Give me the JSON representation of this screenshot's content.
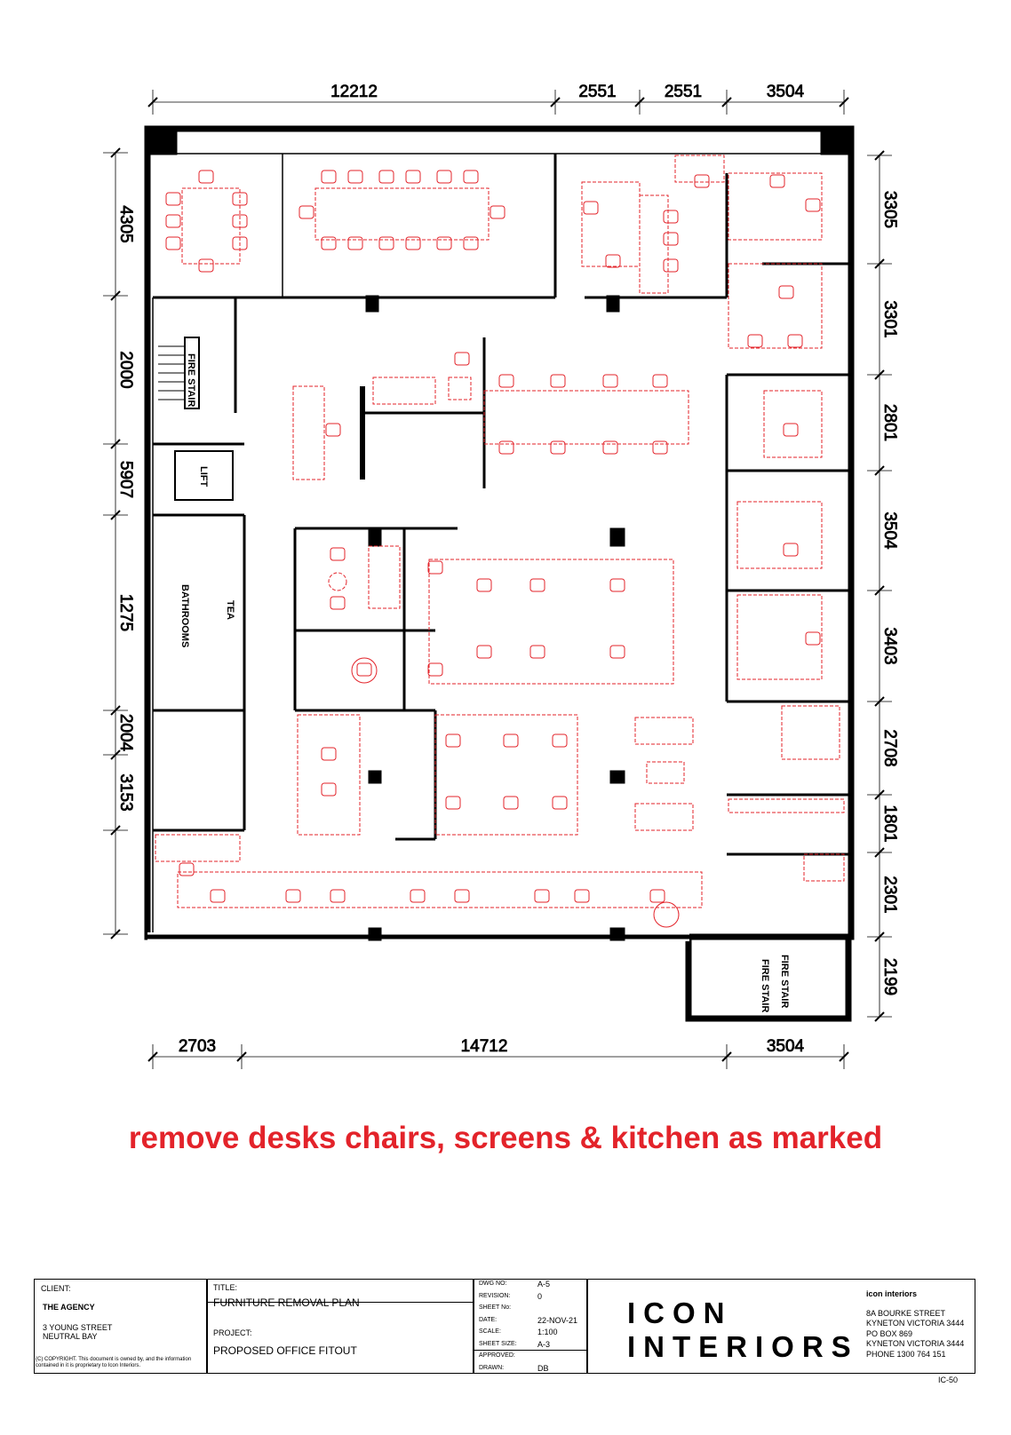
{
  "dimensions": {
    "top": [
      "12212",
      "2551",
      "2551",
      "3504"
    ],
    "right": [
      "3305",
      "3301",
      "2801",
      "3504",
      "3403",
      "2708",
      "1801",
      "2301",
      "2199"
    ],
    "left": [
      "4305",
      "2000",
      "5907",
      "1275",
      "2004",
      "3153"
    ],
    "bottom": [
      "2703",
      "14712",
      "3504"
    ]
  },
  "room_labels": {
    "fire_stair_left": "FIRE STAIR",
    "lift": "LIFT",
    "bathrooms": "BATHROOMS",
    "tea": "TEA",
    "fire_stair_right_1": "FIRE STAIR",
    "fire_stair_right_2": "FIRE STAIR"
  },
  "note": "remove desks chairs, screens & kitchen as marked",
  "colors": {
    "markup": "#e3232a",
    "walls": "#000000"
  },
  "title_block": {
    "client_label": "CLIENT:",
    "client_name": "THE AGENCY",
    "client_address_1": "3 YOUNG STREET",
    "client_address_2": "NEUTRAL BAY",
    "copyright": "(C) COPYRIGHT. This document is owned by, and the information contained in it is proprietary to Icon Interiors.",
    "title_label": "TITLE:",
    "title": "FURNITURE REMOVAL PLAN",
    "project_label": "PROJECT:",
    "project": "PROPOSED OFFICE FITOUT",
    "meta": [
      {
        "label": "DWG NO:",
        "value": "A-5"
      },
      {
        "label": "REVISION:",
        "value": "0"
      },
      {
        "label": "SHEET No:",
        "value": ""
      },
      {
        "label": "DATE:",
        "value": "22-NOV-21"
      },
      {
        "label": "SCALE:",
        "value": "1:100"
      },
      {
        "label": "SHEET SIZE:",
        "value": "A-3"
      },
      {
        "label": "APPROVED:",
        "value": ""
      },
      {
        "label": "DRAWN:",
        "value": "DB"
      }
    ],
    "logo_line1": "ICON",
    "logo_line2": "INTERIORS",
    "company": "icon interiors",
    "address": [
      "8A BOURKE STREET",
      "KYNETON VICTORIA 3444",
      "PO BOX 869",
      "KYNETON VICTORIA 3444",
      "PHONE 1300 764 151"
    ],
    "sheet_code": "IC-50"
  }
}
